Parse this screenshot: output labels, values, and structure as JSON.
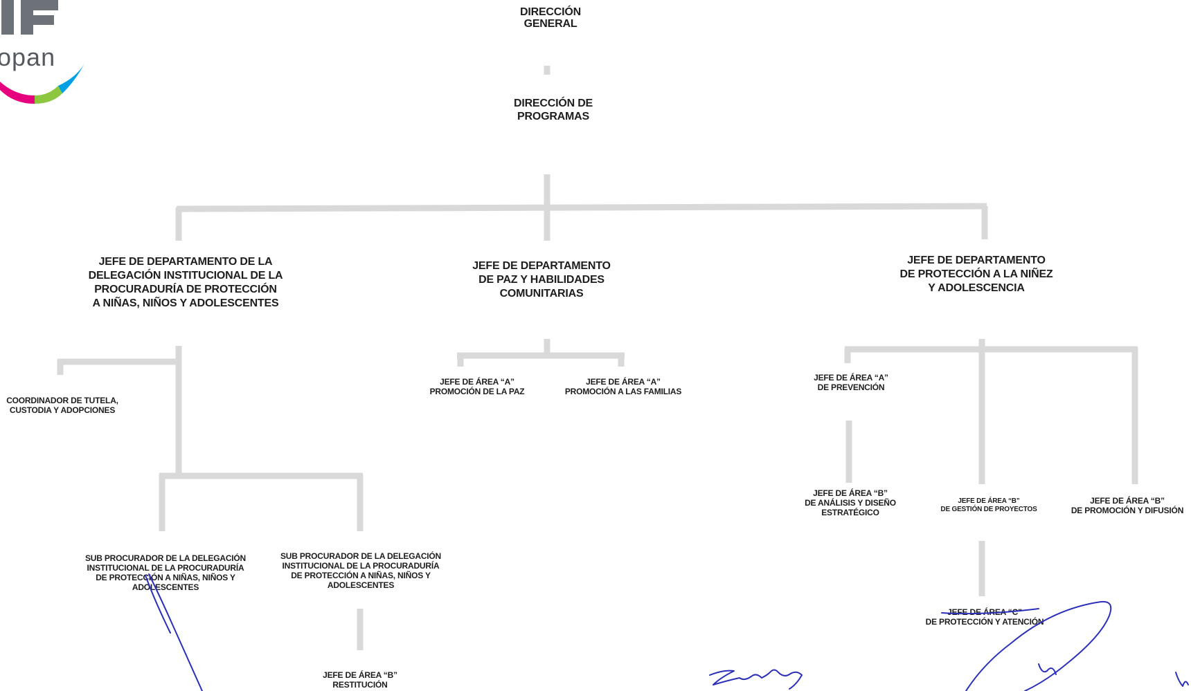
{
  "logo": {
    "text": "opan",
    "colors": [
      "#e6007e",
      "#8dc63f",
      "#00a0e3"
    ]
  },
  "chart": {
    "line_color": "#d9d9d9",
    "text_color": "#1d1d1d",
    "nodes": {
      "direccion_general": [
        "DIRECCIÓN",
        "GENERAL"
      ],
      "direccion_programas": [
        "DIRECCIÓN DE",
        "PROGRAMAS"
      ],
      "jefe_delegacion": [
        "JEFE DE DEPARTAMENTO DE LA",
        "DELEGACIÓN INSTITUCIONAL DE LA",
        "PROCURADURÍA DE PROTECCIÓN",
        "A NIÑAS, NIÑOS Y ADOLESCENTES"
      ],
      "jefe_paz": [
        "JEFE DE DEPARTAMENTO",
        "DE PAZ Y HABILIDADES",
        "COMUNITARIAS"
      ],
      "jefe_proteccion": [
        "JEFE DE DEPARTAMENTO",
        "DE PROTECCIÓN A LA NIÑEZ",
        "Y ADOLESCENCIA"
      ],
      "coordinador_tutela": [
        "COORDINADOR DE TUTELA,",
        "CUSTODIA Y ADOPCIONES"
      ],
      "sub_procurador_1": [
        "SUB PROCURADOR DE LA DELEGACIÓN",
        "INSTITUCIONAL DE LA PROCURADURÍA",
        "DE PROTECCIÓN A NIÑAS, NIÑOS Y",
        "ADOLESCENTES"
      ],
      "sub_procurador_2": [
        "SUB PROCURADOR DE LA DELEGACIÓN",
        "INSTITUCIONAL DE LA PROCURADURÍA",
        "DE PROTECCIÓN A NIÑAS, NIÑOS Y",
        "ADOLESCENTES"
      ],
      "area_b_restitucion": [
        "JEFE DE ÁREA “B”",
        "RESTITUCIÓN"
      ],
      "area_a_paz": [
        "JEFE DE ÁREA “A”",
        "PROMOCIÓN DE LA PAZ"
      ],
      "area_a_familias": [
        "JEFE DE ÁREA “A”",
        "PROMOCIÓN A LAS FAMILIAS"
      ],
      "area_a_prevencion": [
        "JEFE DE ÁREA “A”",
        "DE PREVENCIÓN"
      ],
      "area_b_analisis": [
        "JEFE DE ÁREA “B”",
        "DE ANÁLISIS Y DISEÑO",
        "ESTRATÉGICO"
      ],
      "area_b_gestion": [
        "JEFE DE ÁREA “B”",
        "DE GESTIÓN DE PROYECTOS"
      ],
      "area_b_promocion": [
        "JEFE DE ÁREA “B”",
        "DE PROMOCIÓN Y DIFUSIÓN"
      ],
      "area_c_proteccion": [
        "JEFE DE ÁREA “C”",
        "DE PROTECCIÓN Y ATENCIÓN"
      ]
    }
  },
  "signatures": {
    "ink_color": "#2b2fb8"
  }
}
